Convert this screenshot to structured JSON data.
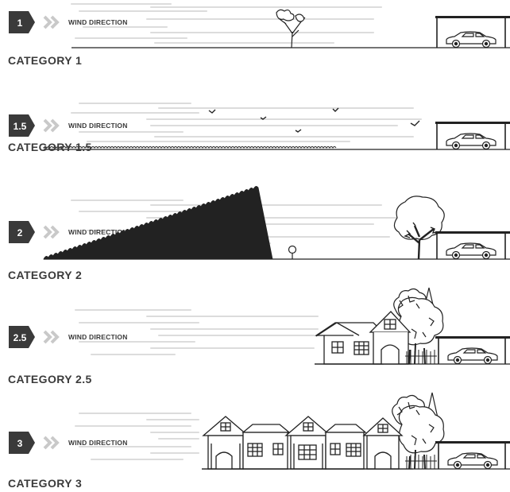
{
  "wind_label": "WIND DIRECTION",
  "colors": {
    "badge": "#3a3a3a",
    "chevron": "#c9c9c9",
    "wind_lines": "#dcdcdc",
    "line_art": "#222222"
  },
  "panels": [
    {
      "badge": "1",
      "title": "CATEGORY 1",
      "scene": "lone tree, open carport with car"
    },
    {
      "badge": "1.5",
      "title": "CATEGORY 1.5",
      "scene": "birds, low grass, open carport with car"
    },
    {
      "badge": "2",
      "title": "CATEGORY 2",
      "scene": "hedge, small tree, large tree, open carport with car"
    },
    {
      "badge": "2.5",
      "title": "CATEGORY 2.5",
      "scene": "house, trees, open carport with car"
    },
    {
      "badge": "3",
      "title": "CATEGORY 3",
      "scene": "row of houses, trees, open carport with car"
    }
  ]
}
